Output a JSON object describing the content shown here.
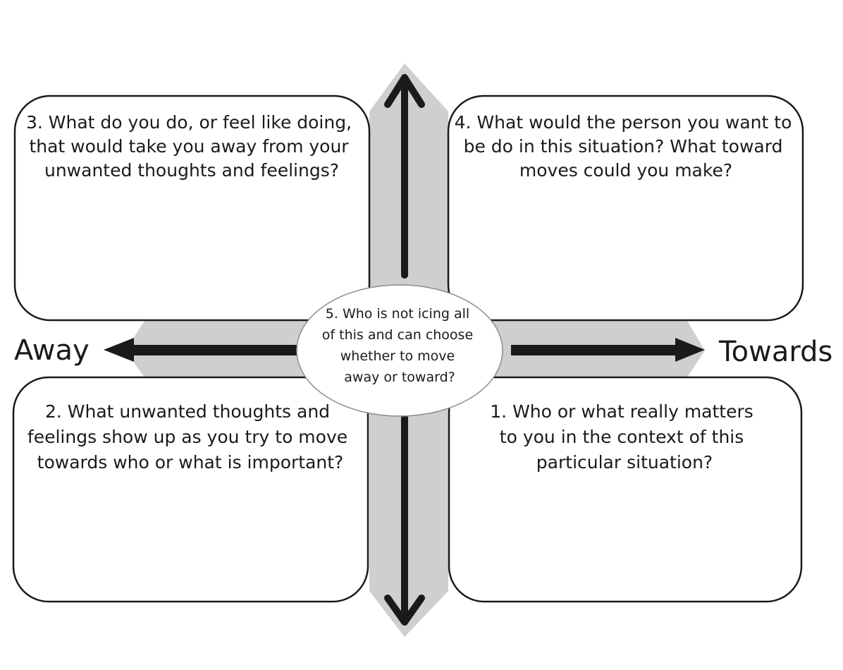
{
  "labels": {
    "away": "Away",
    "towards": "Towards"
  },
  "quadrants": {
    "top_left": {
      "lines": [
        "3. What do you do, or feel like doing,",
        "that would take you away from your",
        "unwanted thoughts and feelings?"
      ]
    },
    "top_right": {
      "lines": [
        "4. What would the person you want to",
        "be do in this situation? What toward",
        "moves could you make?"
      ]
    },
    "bottom_left": {
      "lines": [
        "2. What unwanted thoughts and",
        "feelings show up as you try to move",
        "towards who or what is important?"
      ]
    },
    "bottom_right": {
      "lines": [
        "1. Who or what really matters",
        "to you in the context of this",
        "particular situation?"
      ]
    }
  },
  "center": {
    "lines": [
      "5. Who is not icing all",
      "of this and can choose",
      "whether to move",
      "away or toward?"
    ]
  },
  "colors": {
    "band": "#cfcfcf",
    "arrow": "#1a1a1a",
    "box_stroke": "#1a1a1a",
    "ellipse_stroke": "#8c8c8c"
  }
}
